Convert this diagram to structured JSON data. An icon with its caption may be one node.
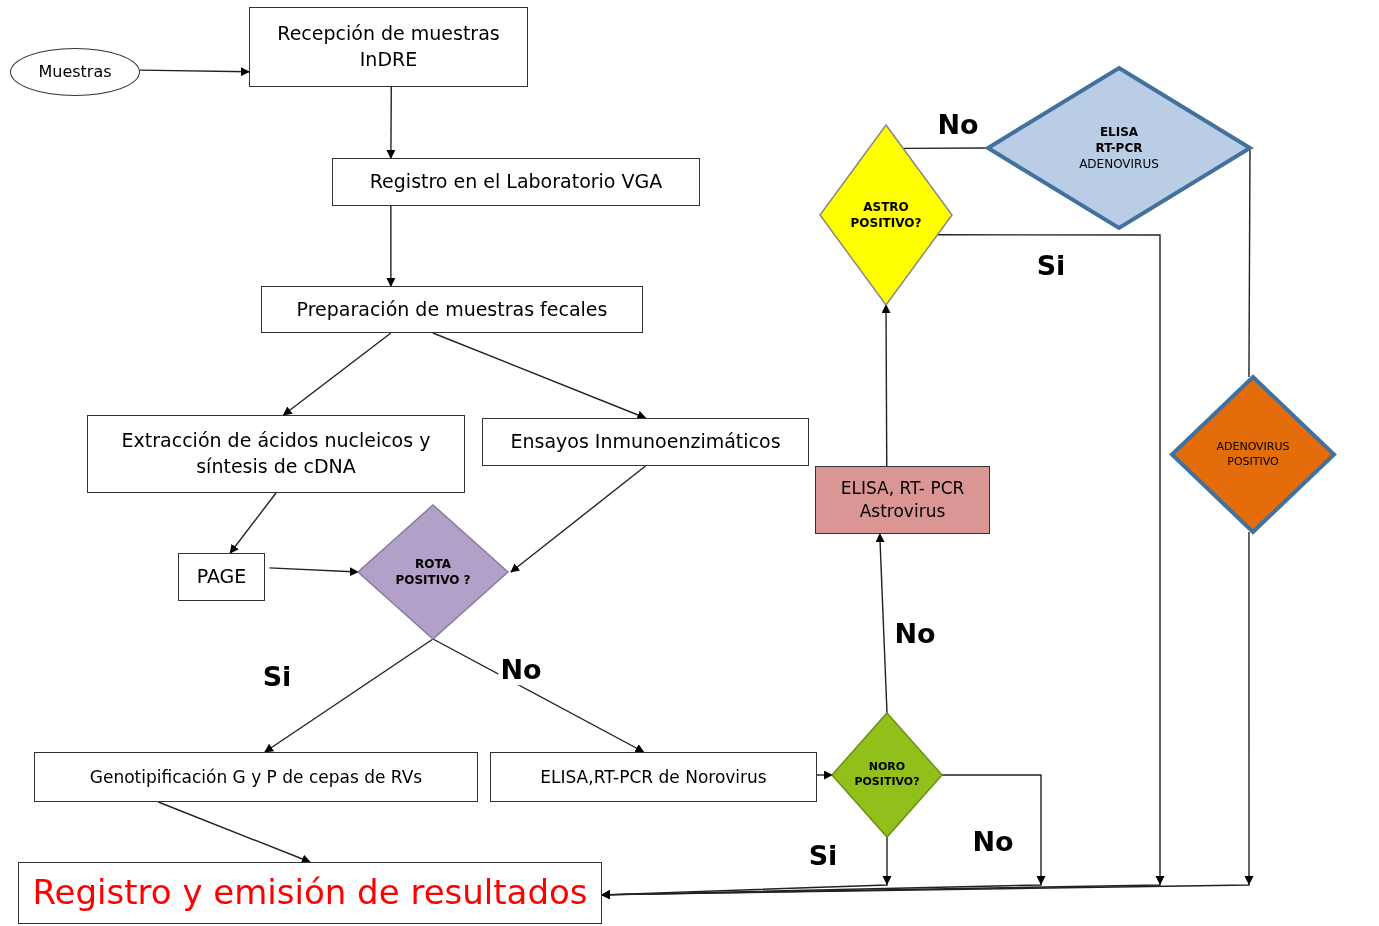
{
  "diagram": {
    "nodes": [
      {
        "text": [
          "Muestras"
        ]
      },
      {
        "text": [
          "Recepción de muestras InDRE"
        ]
      },
      {
        "text": [
          "Registro en el Laboratorio VGA"
        ]
      },
      {
        "text": [
          "Preparación de muestras fecales"
        ]
      },
      {
        "text": [
          "Extracción de ácidos nucleicos y síntesis de cDNA"
        ]
      },
      {
        "text": [
          "Ensayos Inmunoenzimáticos"
        ]
      },
      {
        "text": [
          "PAGE"
        ]
      },
      {
        "text": [
          "ROTA POSITIVO ?"
        ]
      },
      {
        "text": [
          "Genotipificación G y P de cepas de RVs"
        ]
      },
      {
        "text": [
          "ELISA,RT-PCR de Norovirus"
        ]
      },
      {
        "text": [
          "NORO POSITIVO?"
        ]
      },
      {
        "text": [
          "ELISA, RT- PCR Astrovirus"
        ]
      },
      {
        "text": [
          "ASTRO POSITIVO?"
        ]
      },
      {
        "text": [
          "ELISA RT-PCR",
          "ADENOVIRUS"
        ]
      },
      {
        "text": [
          "ADENOVIRUS POSITIVO"
        ]
      },
      {
        "text": [
          "Registro y emisión de resultados"
        ]
      }
    ],
    "edges": [
      {
        "from": 0,
        "to": 1,
        "arrow": "to"
      },
      {
        "from": 1,
        "to": 2,
        "arrow": "to"
      },
      {
        "from": 2,
        "to": 3,
        "arrow": "to"
      },
      {
        "from": 3,
        "to": 4,
        "arrow": "to"
      },
      {
        "from": 3,
        "to": 5,
        "arrow": "to"
      },
      {
        "from": 4,
        "to": 6,
        "arrow": "to"
      },
      {
        "from": 6,
        "to": 7,
        "arrow": "to"
      },
      {
        "from": 5,
        "to": 7,
        "arrow": "to"
      },
      {
        "from": 7,
        "to": 8,
        "arrow": "to",
        "label": "Si"
      },
      {
        "from": 7,
        "to": 9,
        "arrow": "to",
        "label": "No"
      },
      {
        "from": 8,
        "to": 15,
        "arrow": "to"
      },
      {
        "from": 9,
        "to": 10,
        "arrow": "to"
      },
      {
        "from": 10,
        "to": 11,
        "arrow": "to",
        "label": "No"
      },
      {
        "from": 11,
        "to": 12,
        "arrow": "to"
      },
      {
        "from": 12,
        "to": 13,
        "arrow": "none",
        "label": "No"
      },
      {
        "from": 12,
        "to": 15,
        "arrow": "to",
        "label": "Si"
      },
      {
        "from": 13,
        "to": 14,
        "arrow": "none"
      },
      {
        "from": 14,
        "to": 15,
        "arrow": "to"
      },
      {
        "from": 10,
        "to": 15,
        "arrow": "to",
        "label": "Si"
      },
      {
        "from": 10,
        "to": 15,
        "arrow": "to",
        "label": "No"
      }
    ]
  }
}
